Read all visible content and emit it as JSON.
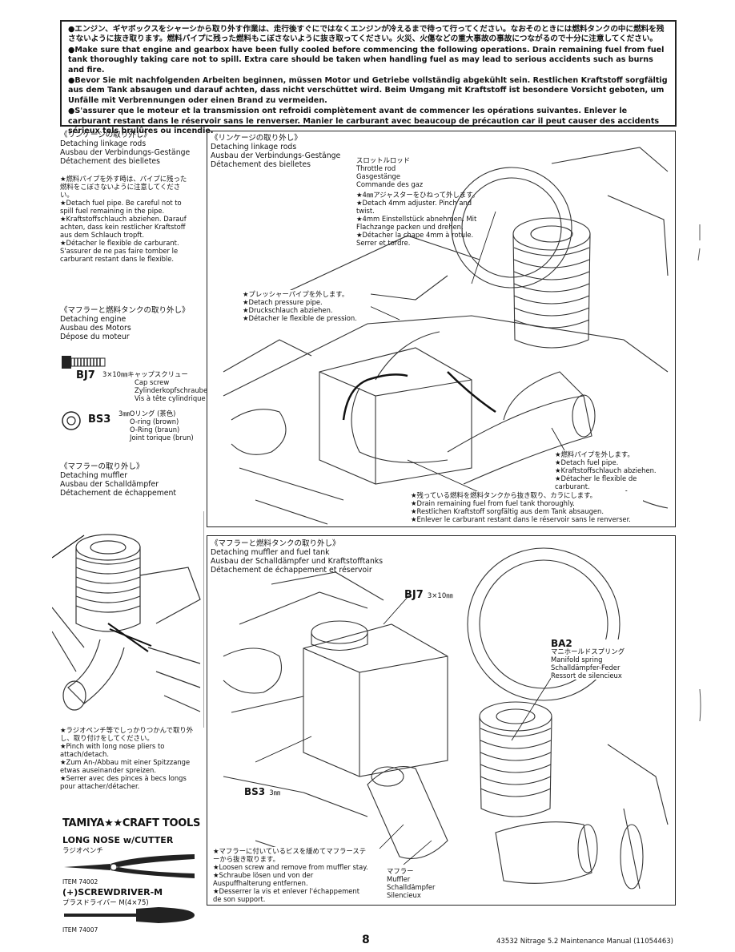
{
  "warning": {
    "jp": "●エンジン、ギヤボックスをシャーシから取り外す作業は、走行後すぐにではなくエンジンが冷えるまで待って行ってください。なおそのときには燃料タンクの中に燃料を残さないように抜き取ります。燃料パイプに残った燃料もこぼさないように抜き取ってください。火災、火傷などの重大事故の事故につながるので十分に注意してください。",
    "en": "●Make sure that engine and gearbox have been fully cooled before commencing the following operations. Drain remaining fuel from fuel tank thoroughly taking care not to spill. Extra care should be taken when handling fuel as may lead to serious accidents such as burns and fire.",
    "de": "●Bevor Sie mit nachfolgenden Arbeiten beginnen, müssen Motor und Getriebe vollständig abgekühlt sein. Restlichen Kraftstoff sorgfältig aus dem Tank absaugen und darauf achten, dass nicht verschüttet wird. Beim Umgang mit Kraftstoff ist besondere Vorsicht geboten, um Unfälle mit Verbrennungen oder einen Brand zu vermeiden.",
    "fr": "●S'assurer que le moteur et la transmission ont refroidi complètement avant de commencer les opérations suivantes. Enlever le carburant restant dans le réservoir sans le renverser. Manier le carburant avec beaucoup de précaution car il peut causer des accidents sérieux tels brulûres ou incendie."
  },
  "left": {
    "linkage": {
      "jp": "《リンケージの取り外し》",
      "en": "Detaching linkage rods",
      "de": "Ausbau der Verbindungs-Gestänge",
      "fr": "Détachement des bielletes",
      "note_jp": "★燃料パイプを外す時は、パイプに残った燃料をこぼさないように注意してください。",
      "note_en": "★Detach fuel pipe. Be careful not to spill fuel remaining in the pipe.",
      "note_de": "★Kraftstoffschlauch abziehen. Darauf achten, dass kein restlicher Kraftstoff aus dem Schlauch tropft.",
      "note_fr": "★Détacher le flexible de carburant. S'assurer de ne pas faire tomber le carburant restant dans le flexible."
    },
    "engine": {
      "jp": "《マフラーと燃料タンクの取り外し》",
      "en": "Detaching engine",
      "de": "Ausbau des Motors",
      "fr": "Dépose du moteur"
    },
    "bj7": {
      "code": "BJ7",
      "jp": "3×10㎜キャップスクリュー",
      "en": "Cap screw",
      "de": "Zylinderkopfschraube",
      "fr": "Vis à tête cylindrique"
    },
    "bs3": {
      "code": "BS3",
      "jp": "3㎜Oリング (茶色)",
      "en": "O-ring (brown)",
      "de": "O-Ring (braun)",
      "fr": "Joint torique (brun)"
    },
    "muffler": {
      "jp": "《マフラーの取り外し》",
      "en": "Detaching muffler",
      "de": "Ausbau der Schalldämpfer",
      "fr": "Détachement de échappement"
    },
    "pliers_note": {
      "jp": "★ラジオペンチ等でしっかりつかんで取り外し、取り付けをしてください。",
      "en": "★Pinch with long nose pliers to attach/detach.",
      "de": "★Zum An-/Abbau mit einer Spitzzange etwas auseinander spreizen.",
      "fr": "★Serrer avec des pinces à becs longs pour attacher/détacher."
    },
    "tools": {
      "brand": "TAMIYA★★CRAFT TOOLS",
      "pliers_title": "LONG NOSE w/CUTTER",
      "pliers_jp": "ラジオペンチ",
      "pliers_item": "ITEM 74002",
      "driver_title": "(+)SCREWDRIVER-M",
      "driver_jp": "プラスドライバー M(4×75)",
      "driver_item": "ITEM 74007"
    }
  },
  "top_panel": {
    "jp": "《リンケージの取り外し》",
    "en": "Detaching linkage rods",
    "de": "Ausbau der Verbindungs-Gestänge",
    "fr": "Détachement des bielletes",
    "throttle": {
      "jp": "スロットルロッド",
      "en": "Throttle rod",
      "de": "Gasgestänge",
      "fr": "Commande des gaz",
      "n_jp": "★4㎜アジャスターをひねって外します。",
      "n_en": "★Detach 4mm adjuster. Pinch and twist.",
      "n_de": "★4mm Einstellstück abnehmen. Mit Flachzange packen und drehen.",
      "n_fr": "★Détacher la chape 4mm à rotule. Serrer et tordre."
    },
    "pressure": {
      "jp": "★プレッシャーパイプを外します。",
      "en": "★Detach pressure pipe.",
      "de": "★Druckschlauch abziehen.",
      "fr": "★Détacher le flexible de pression."
    },
    "fuelpipe": {
      "jp": "★燃料パイプを外します。",
      "en": "★Detach fuel pipe.",
      "de": "★Kraftstoffschlauch abziehen.",
      "fr": "★Détacher le flexible de carburant."
    },
    "drain": {
      "jp": "★残っている燃料を燃料タンクから抜き取り、カラにします。",
      "en": "★Drain remaining fuel from fuel tank thoroughly.",
      "de": "★Restlichen Kraftstoff sorgfältig aus dem Tank absaugen.",
      "fr": "★Enlever le carburant restant dans le réservoir sans le renverser."
    }
  },
  "bottom_panel": {
    "jp": "《マフラーと燃料タンクの取り外し》",
    "en": "Detaching muffler and fuel tank",
    "de": "Ausbau der Schalldämpfer und Kraftstofftanks",
    "fr": "Détachement de échappement et réservoir",
    "bj7": "BJ7",
    "bj7_size": "3×10㎜",
    "ba2": {
      "code": "BA2",
      "jp": "マニホールドスプリング",
      "en": "Manifold spring",
      "de": "Schalldämpfer-Feder",
      "fr": "Ressort de silencieux"
    },
    "bs3": "BS3",
    "bs3_size": "3㎜",
    "screw_note": {
      "jp": "★マフラーに付いているビスを緩めてマフラーステーから抜き取ります。",
      "en": "★Loosen screw and remove from muffler stay.",
      "de": "★Schraube lösen und von der Auspuffhalterung entfernen.",
      "fr": "★Desserrer la vis et enlever l'échappement de son support."
    },
    "muffler": {
      "jp": "マフラー",
      "en": "Muffler",
      "de": "Schalldämpfer",
      "fr": "Silencieux"
    }
  },
  "footer": {
    "page": "8",
    "doc": "43532  Nitrage 5.2 Maintenance Manual (11054463)"
  }
}
